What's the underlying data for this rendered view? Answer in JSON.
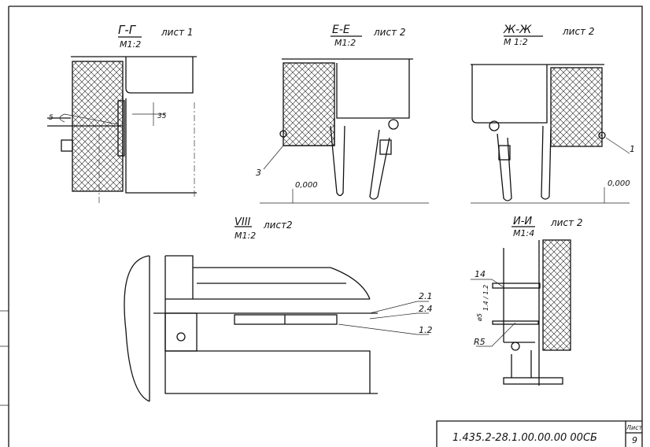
{
  "views": {
    "gg": {
      "title": "Г-Г",
      "scale": "М1:2",
      "sheet": "лист 1",
      "dim_small": "5",
      "dim_big": "35"
    },
    "ee": {
      "title": "Е-Е",
      "scale": "М1:2",
      "sheet": "лист 2",
      "callout": "3",
      "level": "0,000"
    },
    "zhzh": {
      "title": "Ж-Ж",
      "scale": "М 1:2",
      "sheet": "лист 2",
      "callout": "1",
      "level": "0,000"
    },
    "viii": {
      "title": "VIII",
      "scale": "М1:2",
      "sheet": "лист2",
      "callouts": [
        "2.1",
        "2.4",
        "1.2"
      ]
    },
    "ii": {
      "title": "И-И",
      "scale": "М1:4",
      "sheet": "лист 2",
      "callout_top": "14",
      "callout_radius": "R5",
      "dims": [
        "ø5",
        "1.4 / 1.2"
      ]
    }
  },
  "title_block": {
    "code": "1.435.2-28.1.00.00.00 00СБ",
    "sheet_label": "Лист",
    "sheet_number": "9"
  }
}
